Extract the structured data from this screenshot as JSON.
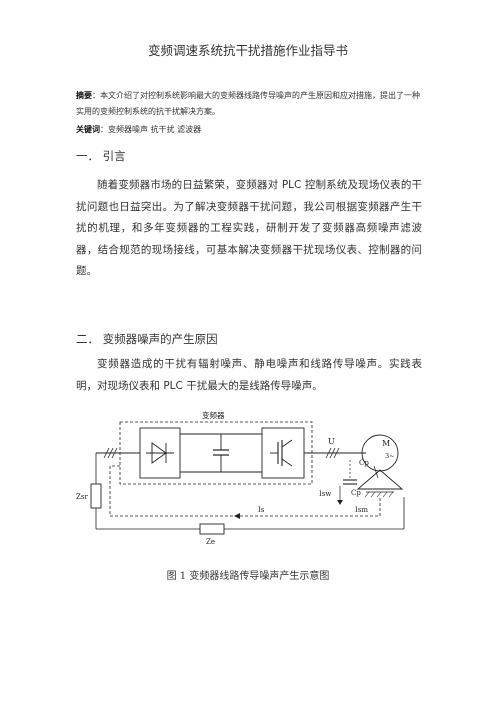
{
  "document": {
    "title": "变频调速系统抗干扰措施作业指导书",
    "abstract_label": "摘要",
    "abstract_text": "：本文介绍了对控制系统影响最大的变频器线路传导噪声的产生原因和应对措施，提出了一种实用的变频控制系统的抗干扰解决方案。",
    "keywords_label": "关键词",
    "keywords_text": "：变频器噪声  抗干扰  滤波器",
    "sections": [
      {
        "heading": "一．  引言",
        "para_parts": [
          "随着变频器市场的日益繁荣，变频器对 ",
          "PLC",
          " 控制系统及现场仪表的干扰问题也日益突出。为了解决变频器干扰问题，我公司根据变频器产生干扰的机理，和多年变频器的工程实践，研制开发了变频器高频噪声滤波器，结合规范的现场接线，可基本解决变频器干扰现场仪表、控制器的问题。"
        ]
      },
      {
        "heading": "二．  变频器噪声的产生原因",
        "para_parts": [
          "变频器造成的干扰有辐射噪声、静电噪声和线路传导噪声。实践表明，对现场仪表和 ",
          "PLC",
          " 干扰最大的是线路传导噪声。"
        ]
      }
    ],
    "figure": {
      "labels": {
        "inverter": "变频器",
        "u": "U",
        "motor_m": "M",
        "motor_phase": "3~",
        "cp1": "Cp",
        "cp2": "Cp",
        "lsw": "Isw",
        "ls": "Is",
        "lsm": "Ism",
        "zsr": "Zsr",
        "ze": "Ze"
      },
      "caption": "图 1  变频器线路传导噪声产生示意图"
    }
  }
}
